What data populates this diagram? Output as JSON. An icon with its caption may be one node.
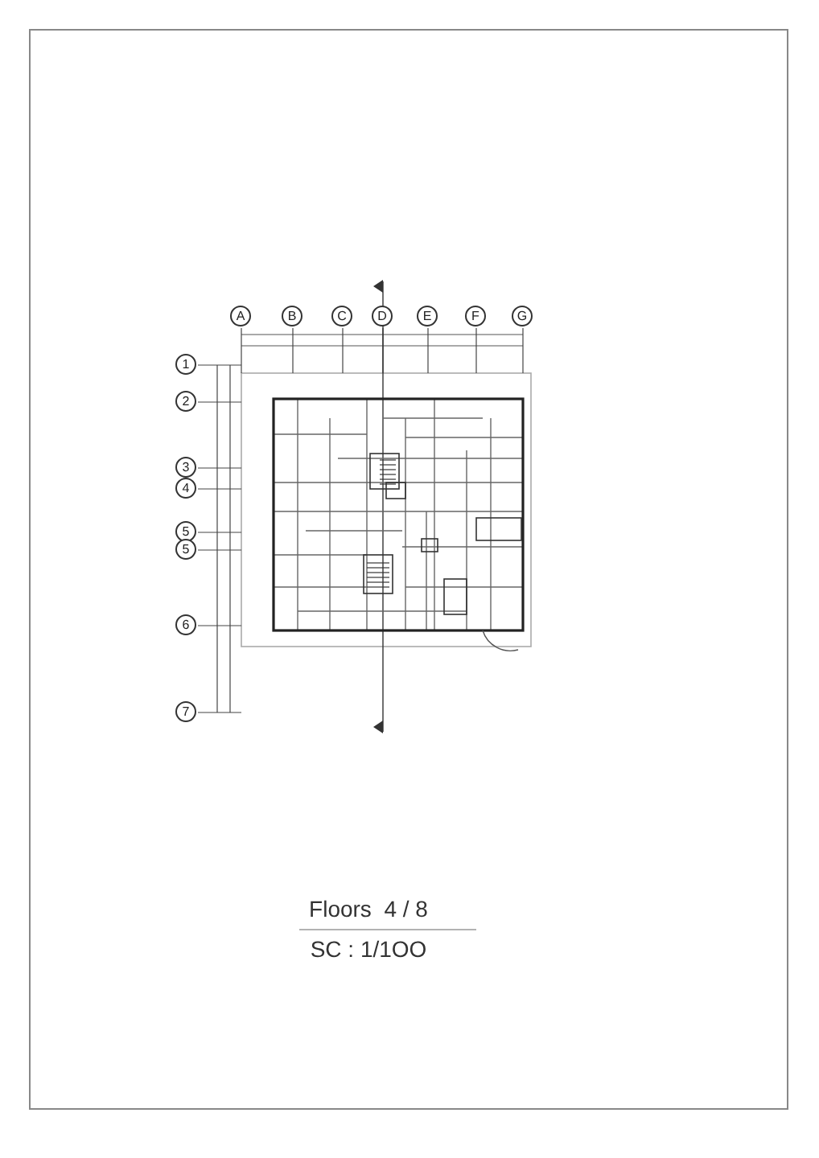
{
  "diagram": {
    "labels": [
      "A",
      "B",
      "C",
      "D",
      "E",
      "F",
      "G",
      "1",
      "2",
      "3",
      "4",
      "5",
      "5",
      "6",
      "7",
      "Floors  4 / 8",
      "SC : 1/1OO"
    ]
  }
}
